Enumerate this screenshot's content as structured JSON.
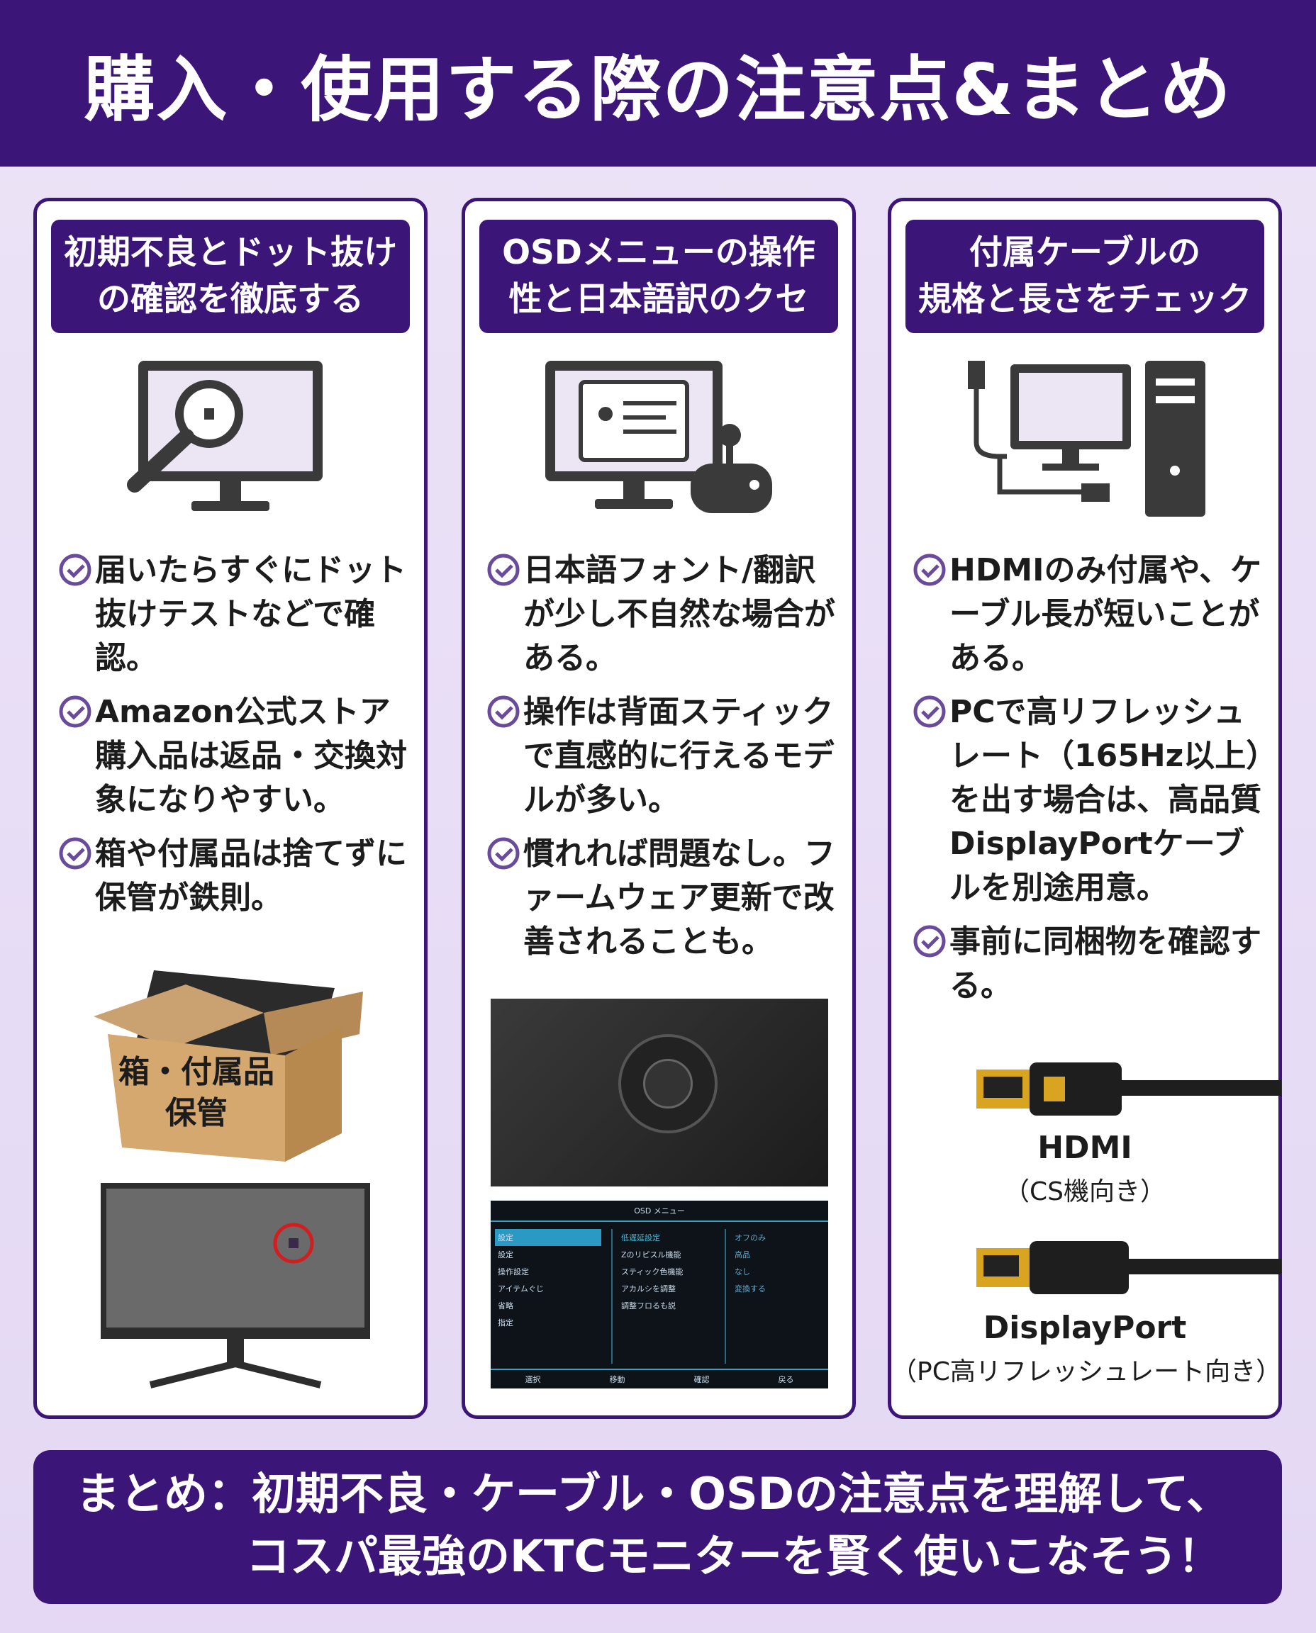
{
  "title": "購入・使用する際の注意点&まとめ",
  "columns": [
    {
      "heading": [
        "初期不良とドット抜け",
        "の確認を徹底する"
      ],
      "bullets": [
        "届いたらすぐにドット抜けテストなどで確認。",
        "Amazon公式ストア購入品は返品・交換対象になりやすい。",
        "箱や付属品は捨てずに保管が鉄則。"
      ],
      "box_label": [
        "箱・付属品",
        "保管"
      ]
    },
    {
      "heading": [
        "OSDメニューの操作",
        "性と日本語訳のクセ"
      ],
      "bullets": [
        "日本語フォント/翻訳が少し不自然な場合がある。",
        "操作は背面スティックで直感的に行えるモデルが多い。",
        "慣れれば問題なし。ファームウェア更新で改善されることも。"
      ],
      "osd": {
        "title": "OSD メニュー",
        "menu": [
          "設定",
          "設定",
          "操作設定",
          "アイテムぐじ",
          "省略",
          "指定"
        ],
        "middle": [
          "低遅延設定",
          "Zのリピスル機能",
          "スティック色機能",
          "アカルシを調整",
          "調整フロるも説"
        ],
        "right": [
          "オフのみ",
          "高品",
          "なし",
          "変換する"
        ],
        "footer": [
          "選択",
          "移動",
          "確認",
          "戻る"
        ]
      }
    },
    {
      "heading": [
        "付属ケーブルの",
        "規格と長さをチェック"
      ],
      "bullets": [
        "HDMIのみ付属や、ケーブル長が短いことがある。",
        "PCで高リフレッシュレート（165Hz以上）を出す場合は、高品質DisplayPortケーブルを別途用意。",
        "事前に同梱物を確認する。"
      ],
      "cables": [
        {
          "name": "HDMI",
          "note": "（CS機向き）"
        },
        {
          "name": "DisplayPort",
          "note": "（PC高リフレッシュレート向き）"
        }
      ]
    }
  ],
  "summary": [
    "まとめ：初期不良・ケーブル・OSDの注意点を理解して、",
    "コスパ最強のKTCモニターを賢く使いこなそう！"
  ],
  "colors": {
    "brand": "#3b1578",
    "check": "#6a4a9a"
  }
}
